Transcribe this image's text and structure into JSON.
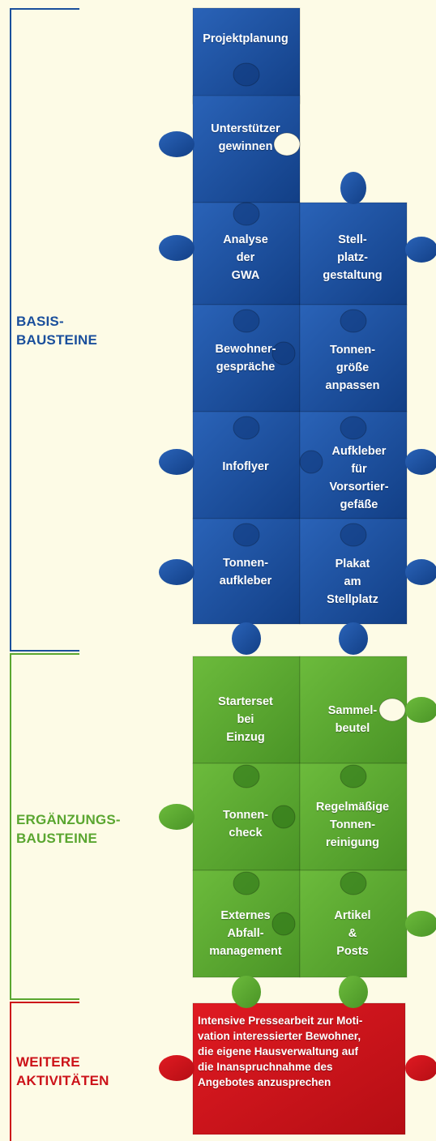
{
  "colors": {
    "background": "#fdfbe6",
    "basis": "#1a4f9c",
    "ergaenzung": "#5aa630",
    "weitere": "#cc1219"
  },
  "sections": {
    "basis": {
      "label_line1": "BASIS-",
      "label_line2": "BAUSTEINE"
    },
    "ergaenzung": {
      "label_line1": "ERGÄNZUNGS-",
      "label_line2": "BAUSTEINE"
    },
    "weitere": {
      "label_line1": "WEITERE",
      "label_line2": "AKTIVITÄTEN"
    }
  },
  "pieces": {
    "projektplanung": "Projektplanung",
    "unterstuetzer": "Unterstützer\ngewinnen",
    "analyse": "Analyse\nder\nGWA",
    "stellplatzgestaltung": "Stell-\nplatz-\ngestaltung",
    "bewohnergespraeche": "Bewohner-\ngespräche",
    "tonnengroesse": "Tonnen-\ngröße\nanpassen",
    "infoflyer": "Infoflyer",
    "aufkleber": "Aufkleber\nfür\nVorsortier-\ngefäße",
    "tonnenaufkleber": "Tonnen-\naufkleber",
    "plakat": "Plakat\nam\nStellplatz",
    "starterset": "Starterset\nbei\nEinzug",
    "sammelbeutel": "Sammel-\nbeutel",
    "tonnencheck": "Tonnen-\ncheck",
    "regelmaessig": "Regelmäßige\nTonnen-\nreinigung",
    "externes": "Externes\nAbfall-\nmanagement",
    "artikel": "Artikel\n&\nPosts"
  },
  "weitere_text": "Intensive Pressearbeit zur Moti-\nvation interessierter Bewohner,\ndie eigene Hausverwaltung auf\ndie Inanspruchnahme des\nAngebotes anzusprechen"
}
